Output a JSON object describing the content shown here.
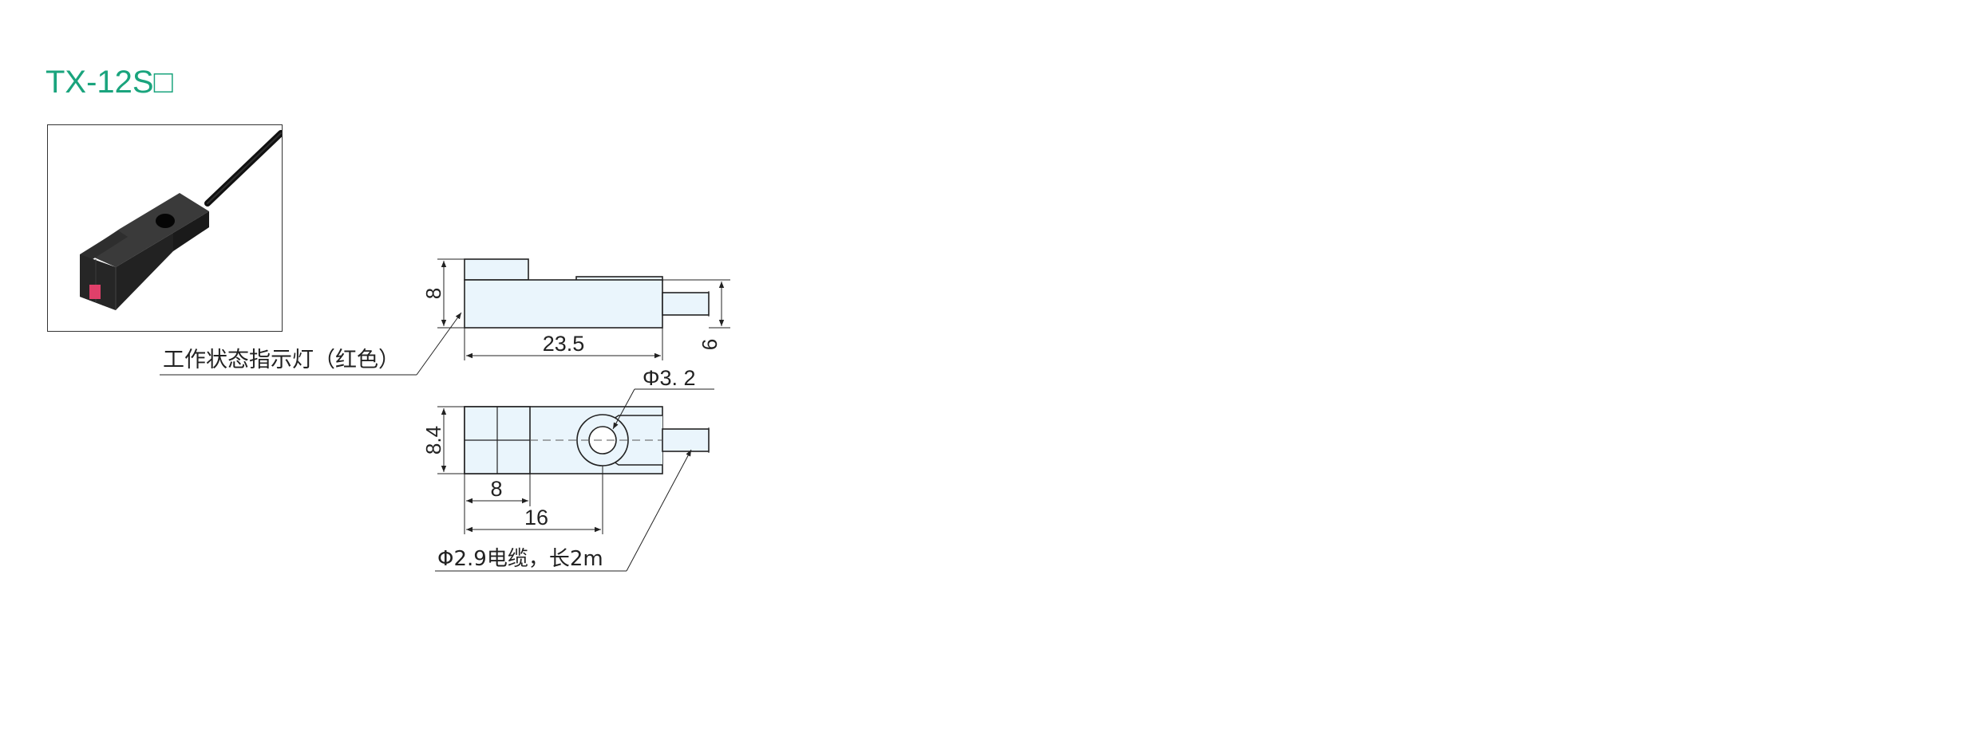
{
  "title": "TX-12S□",
  "photo": {
    "icon": "sensor-photo",
    "indicator_color": "#e0406a"
  },
  "colors": {
    "title": "#1aa47d",
    "body_fill": "#eaf5fc",
    "outline": "#222222"
  },
  "side_view": {
    "height_label": "8",
    "length_label": "23.5",
    "cable_height_label": "6",
    "indicator_callout": "工作状态指示灯（红色）"
  },
  "top_view": {
    "hole_label": "Φ3. 2",
    "width_label": "8.4",
    "sq_width_label": "8",
    "hole_pos_label": "16",
    "cable_callout": "Φ2.9电缆，长2m"
  }
}
